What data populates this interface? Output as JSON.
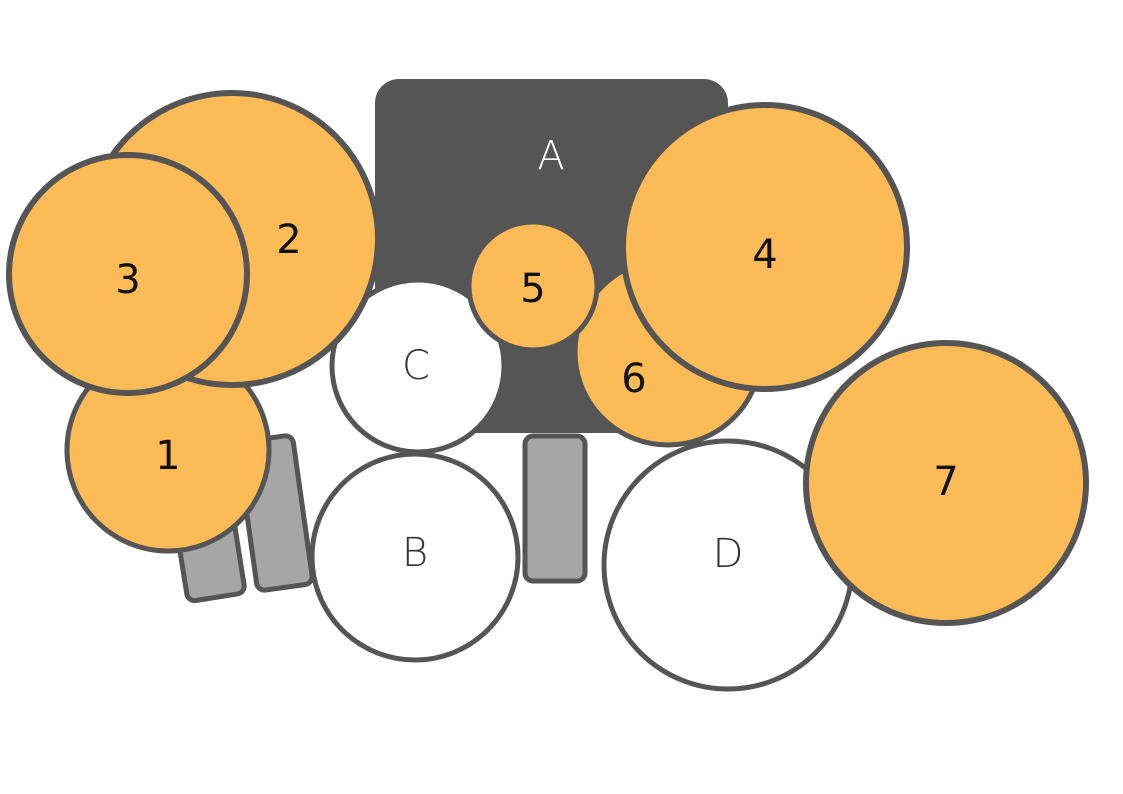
{
  "colors": {
    "background": "#ffffff",
    "outline": "#555555",
    "dark_block": "#555555",
    "cymbal": "#fdbb58",
    "drum": "#ffffff",
    "pedal": "#a6a6a6"
  },
  "labels": {
    "A": "A",
    "B": "B",
    "C": "C",
    "D": "D",
    "c1": "1",
    "c2": "2",
    "c3": "3",
    "c4": "4",
    "c5": "5",
    "c6": "6",
    "c7": "7"
  }
}
